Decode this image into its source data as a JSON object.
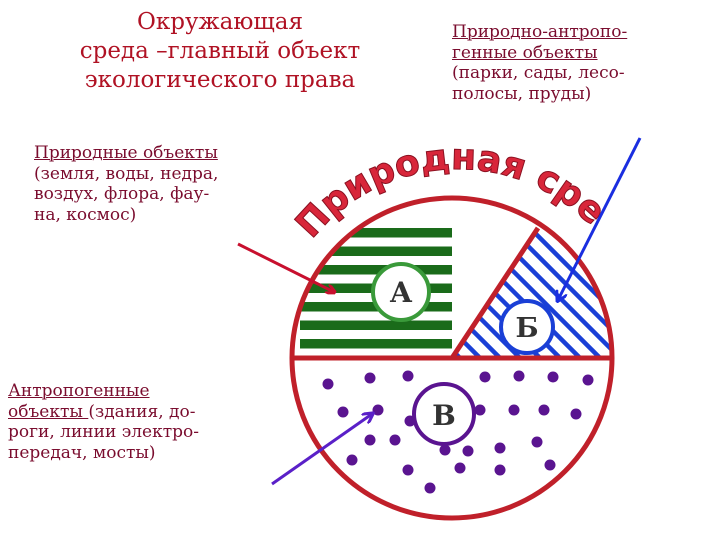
{
  "title": [
    "Окружающая",
    "среда –главный объект",
    "экологического права"
  ],
  "top_right": {
    "heading": [
      "Природно-антропо-",
      "генные объекты"
    ],
    "details": [
      "(парки, сады, лесо-",
      "полосы, пруды)"
    ]
  },
  "left_mid": {
    "heading": "Природные объекты",
    "details": [
      "(земля, воды, недра,",
      "воздух, флора, фау-",
      "на, космос)"
    ]
  },
  "bottom_left": {
    "heading": [
      "Антропогенные",
      "объекты "
    ],
    "details_first": "(здания, до-",
    "details": [
      "роги, линии электро-",
      "передач, мосты)"
    ]
  },
  "arc_label": "Природная среда",
  "region_labels": {
    "a": "А",
    "b": "Б",
    "v": "В"
  },
  "colors": {
    "title": "#b01224",
    "text": "#7a0c2e",
    "circle_outline": "#c0202a",
    "stripes_green": "#1a6b1a",
    "stripes_blue": "#1a3fd6",
    "dots": "#5a1490",
    "arc_text": "#d8263a",
    "arrow_red": "#c8102e",
    "arrow_blue": "#1a2ee0",
    "arrow_purple": "#5a20c8"
  }
}
